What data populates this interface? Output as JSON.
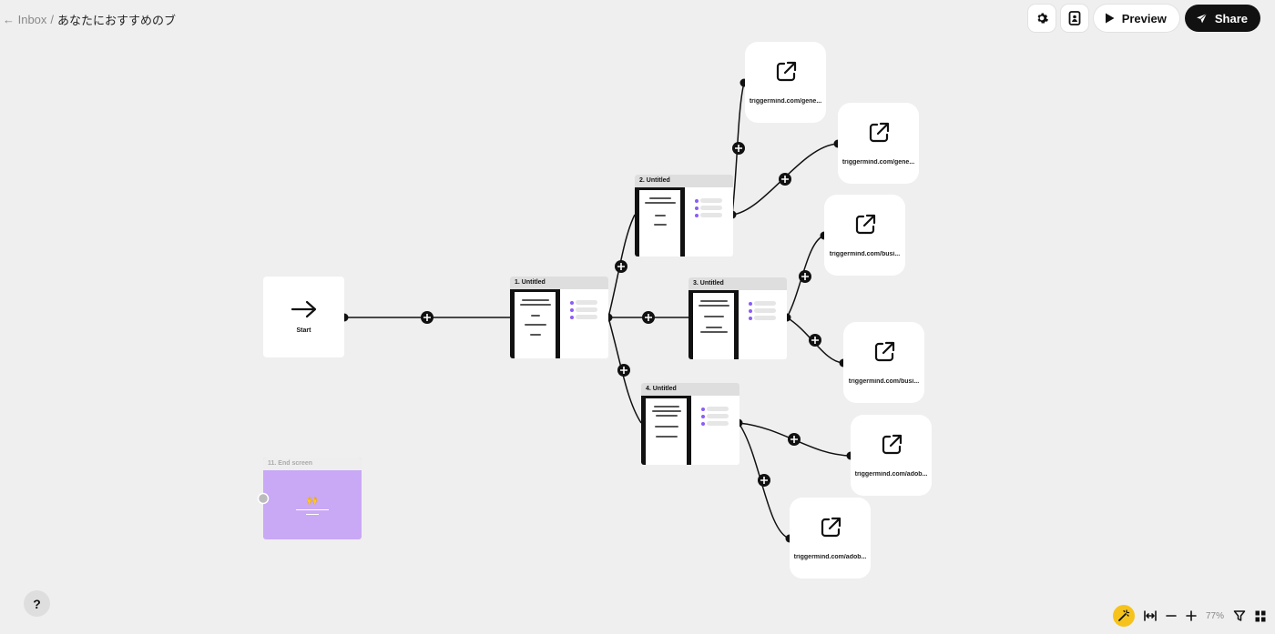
{
  "breadcrumb": {
    "back": "← Inbox",
    "sep": "/",
    "title": "あなたにおすすめのブ"
  },
  "toolbar": {
    "preview_label": "Preview",
    "share_label": "Share"
  },
  "nodes": {
    "start": {
      "label": "Start"
    },
    "screens": [
      {
        "title": "1. Untitled"
      },
      {
        "title": "2. Untitled"
      },
      {
        "title": "3. Untitled"
      },
      {
        "title": "4. Untitled"
      }
    ],
    "links": [
      {
        "url": "triggermind.com/gene..."
      },
      {
        "url": "triggermind.com/gene..."
      },
      {
        "url": "triggermind.com/busi..."
      },
      {
        "url": "triggermind.com/busi..."
      },
      {
        "url": "triggermind.com/adob..."
      },
      {
        "url": "triggermind.com/adob..."
      }
    ],
    "end": {
      "title": "11. End screen",
      "emoji": "🙌"
    }
  },
  "help": {
    "label": "?"
  },
  "zoom": {
    "level": "77%"
  },
  "colors": {
    "accent": "#8b5cf6",
    "end_screen": "#c9a8f5",
    "wand": "#f6c31c"
  }
}
